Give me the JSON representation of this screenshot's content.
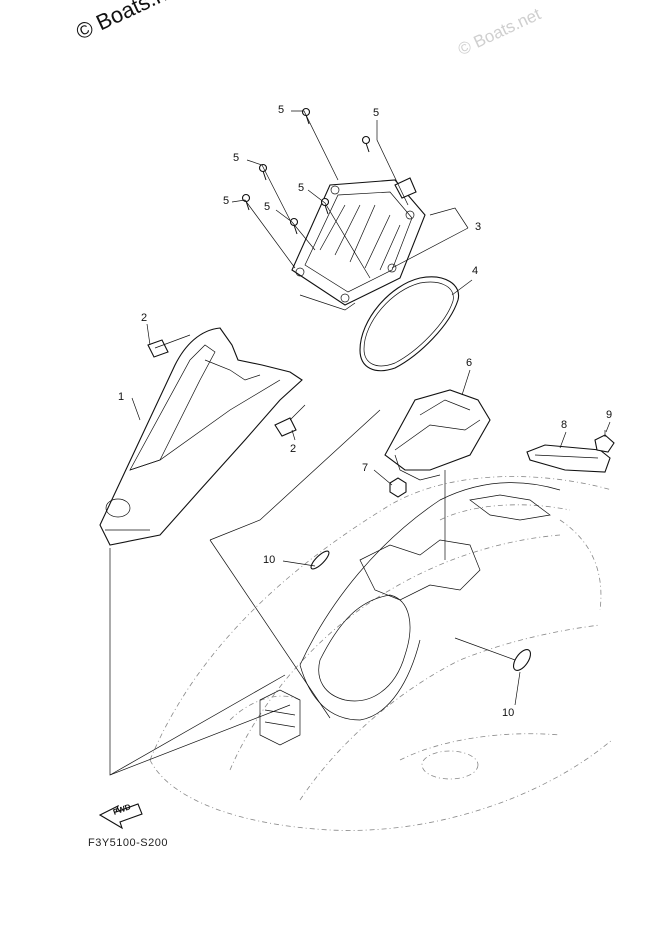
{
  "watermark": {
    "main": "© Boats.net",
    "faint": "© Boats.net"
  },
  "callouts": [
    {
      "id": "c1",
      "text": "1"
    },
    {
      "id": "c2a",
      "text": "2"
    },
    {
      "id": "c2b",
      "text": "2"
    },
    {
      "id": "c3",
      "text": "3"
    },
    {
      "id": "c4",
      "text": "4"
    },
    {
      "id": "c5a",
      "text": "5"
    },
    {
      "id": "c5b",
      "text": "5"
    },
    {
      "id": "c5c",
      "text": "5"
    },
    {
      "id": "c5d",
      "text": "5"
    },
    {
      "id": "c5e",
      "text": "5"
    },
    {
      "id": "c5f",
      "text": "5"
    },
    {
      "id": "c6",
      "text": "6"
    },
    {
      "id": "c7",
      "text": "7"
    },
    {
      "id": "c8",
      "text": "8"
    },
    {
      "id": "c9",
      "text": "9"
    },
    {
      "id": "c10a",
      "text": "10"
    },
    {
      "id": "c10b",
      "text": "10"
    }
  ],
  "fwd_label": "FWD",
  "diagram_code": "F3Y5100-S200"
}
